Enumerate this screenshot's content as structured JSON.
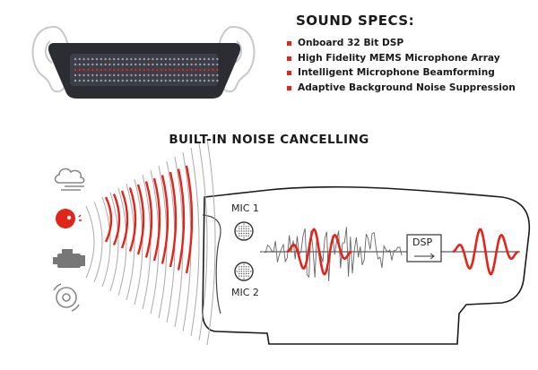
{
  "specs": {
    "title": "SOUND SPECS:",
    "items": [
      "Onboard 32 Bit DSP",
      "High Fidelity MEMS Microphone Array",
      "Intelligent Microphone Beamforming",
      "Adaptive Background Noise Suppression"
    ]
  },
  "diagram": {
    "title": "BUILT-IN NOISE CANCELLING",
    "mic1": "MIC 1",
    "mic2": "MIC 2",
    "dsp": "DSP"
  },
  "icons": [
    "ear-icon",
    "speaker-bar-icon",
    "wind-cloud-icon",
    "person-speaking-icon",
    "engine-icon",
    "tire-icon"
  ],
  "colors": {
    "accent": "#e3241b",
    "ink": "#1a1a1a",
    "gray": "#888888"
  }
}
